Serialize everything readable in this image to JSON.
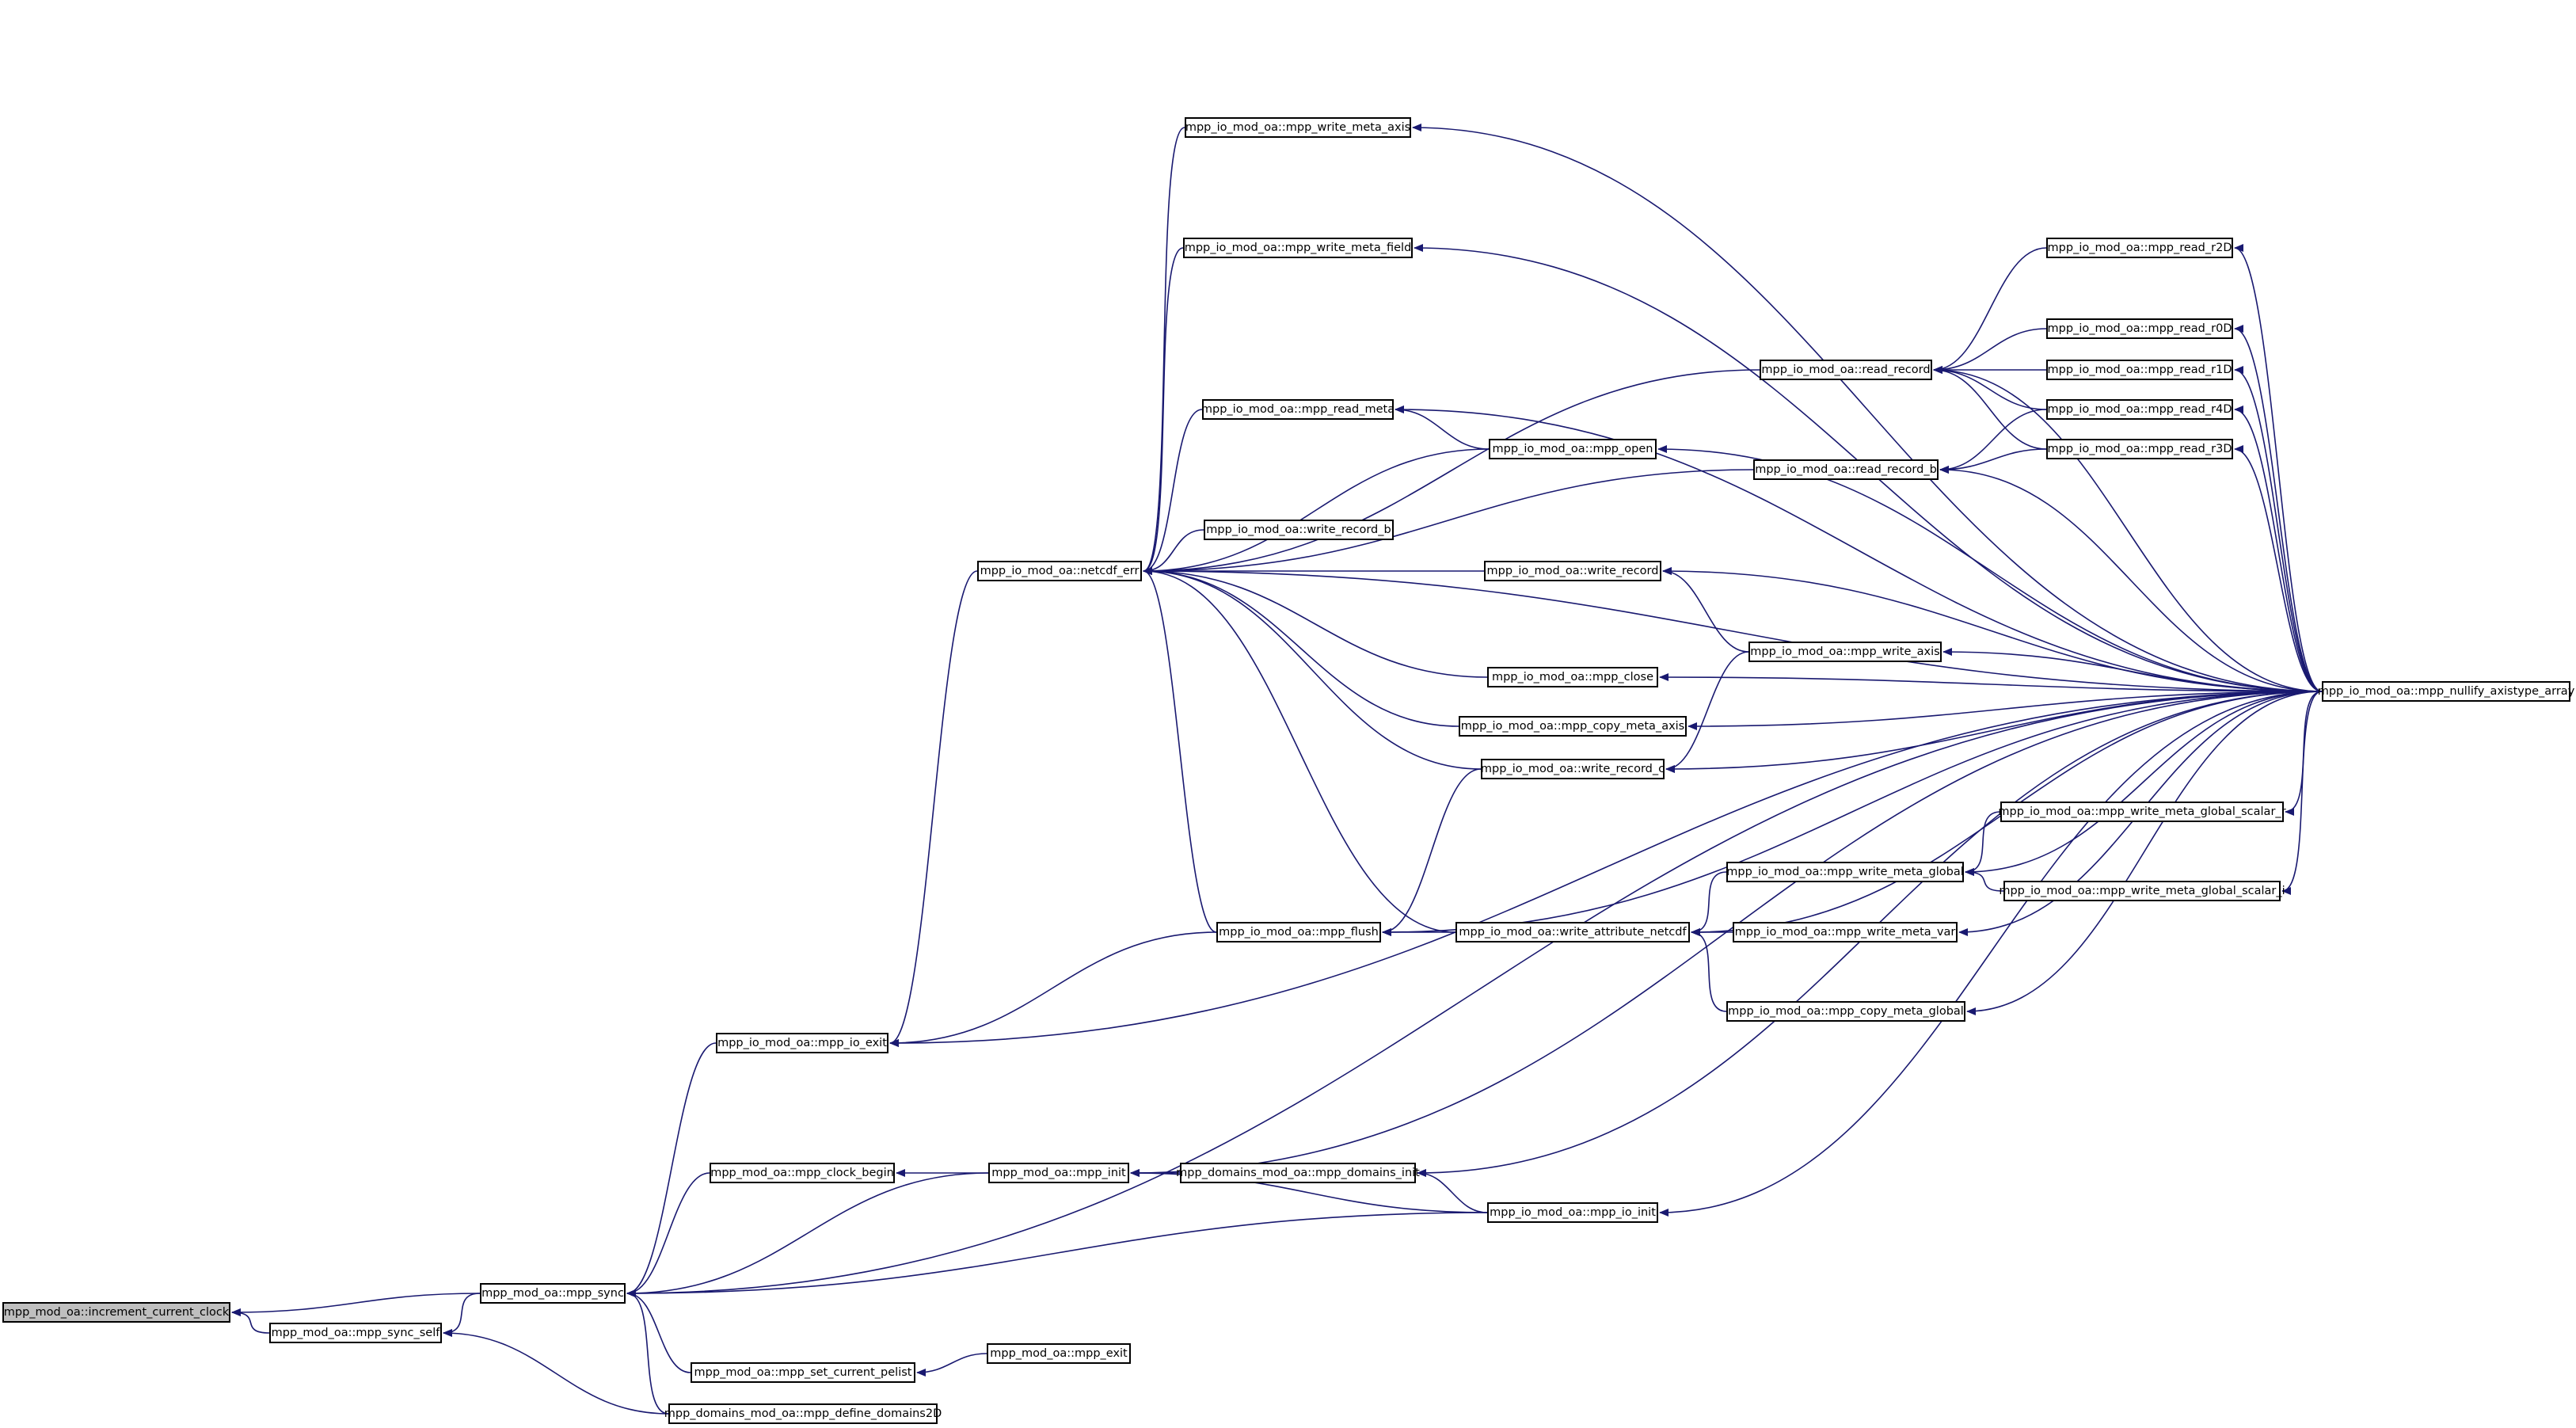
{
  "title": "",
  "colors": {
    "edge": "#191970",
    "root_fill": "#bfbfbf",
    "node_border": "#000000",
    "background": "#ffffff"
  },
  "nodes": {
    "increment_current_clock": "mpp_mod_oa::increment_current_clock",
    "mpp_sync_self": "mpp_mod_oa::mpp_sync_self",
    "mpp_sync": "mpp_mod_oa::mpp_sync",
    "mpp_io_exit": "mpp_io_mod_oa::mpp_io_exit",
    "mpp_clock_begin": "mpp_mod_oa::mpp_clock_begin",
    "mpp_set_current_pelist": "mpp_mod_oa::mpp_set_current_pelist",
    "mpp_define_domains2D": "mpp_domains_mod_oa::mpp_define_domains2D",
    "netcdf_err": "mpp_io_mod_oa::netcdf_err",
    "mpp_init": "mpp_mod_oa::mpp_init",
    "mpp_exit": "mpp_mod_oa::mpp_exit",
    "mpp_write_meta_axis": "mpp_io_mod_oa::mpp_write_meta_axis",
    "mpp_write_meta_field": "mpp_io_mod_oa::mpp_write_meta_field",
    "mpp_read_meta": "mpp_io_mod_oa::mpp_read_meta",
    "write_record_b": "mpp_io_mod_oa::write_record_b",
    "mpp_flush": "mpp_io_mod_oa::mpp_flush",
    "mpp_domains_init": "mpp_domains_mod_oa::mpp_domains_init",
    "mpp_open": "mpp_io_mod_oa::mpp_open",
    "write_record": "mpp_io_mod_oa::write_record",
    "mpp_close": "mpp_io_mod_oa::mpp_close",
    "mpp_copy_meta_axis": "mpp_io_mod_oa::mpp_copy_meta_axis",
    "write_record_c": "mpp_io_mod_oa::write_record_c",
    "write_attribute_netcdf": "mpp_io_mod_oa::write_attribute_netcdf",
    "mpp_io_init": "mpp_io_mod_oa::mpp_io_init",
    "read_record": "mpp_io_mod_oa::read_record",
    "read_record_b": "mpp_io_mod_oa::read_record_b",
    "mpp_write_axis": "mpp_io_mod_oa::mpp_write_axis",
    "mpp_write_meta_global": "mpp_io_mod_oa::mpp_write_meta_global",
    "mpp_write_meta_var": "mpp_io_mod_oa::mpp_write_meta_var",
    "mpp_copy_meta_global": "mpp_io_mod_oa::mpp_copy_meta_global",
    "mpp_read_r2D": "mpp_io_mod_oa::mpp_read_r2D",
    "mpp_read_r0D": "mpp_io_mod_oa::mpp_read_r0D",
    "mpp_read_r1D": "mpp_io_mod_oa::mpp_read_r1D",
    "mpp_read_r4D": "mpp_io_mod_oa::mpp_read_r4D",
    "mpp_read_r3D": "mpp_io_mod_oa::mpp_read_r3D",
    "mpp_write_meta_global_scalar_r": "mpp_io_mod_oa::mpp_write_meta_global_scalar_r",
    "mpp_write_meta_global_scalar_i": "mpp_io_mod_oa::mpp_write_meta_global_scalar_i",
    "mpp_nullify_axistype_array": "mpp_io_mod_oa::mpp_nullify_axistype_array"
  },
  "edges": [
    [
      "increment_current_clock",
      "mpp_sync"
    ],
    [
      "increment_current_clock",
      "mpp_sync_self"
    ],
    [
      "mpp_sync_self",
      "mpp_sync"
    ],
    [
      "mpp_sync_self",
      "mpp_define_domains2D"
    ],
    [
      "mpp_sync",
      "mpp_io_exit"
    ],
    [
      "mpp_sync",
      "mpp_clock_begin"
    ],
    [
      "mpp_sync",
      "mpp_init"
    ],
    [
      "mpp_sync",
      "mpp_io_init"
    ],
    [
      "mpp_sync",
      "mpp_nullify_axistype_array"
    ],
    [
      "mpp_sync",
      "mpp_set_current_pelist"
    ],
    [
      "mpp_sync",
      "mpp_define_domains2D"
    ],
    [
      "mpp_io_exit",
      "netcdf_err"
    ],
    [
      "mpp_io_exit",
      "mpp_flush"
    ],
    [
      "mpp_io_exit",
      "mpp_nullify_axistype_array"
    ],
    [
      "mpp_clock_begin",
      "mpp_init"
    ],
    [
      "mpp_set_current_pelist",
      "mpp_exit"
    ],
    [
      "netcdf_err",
      "mpp_write_meta_axis"
    ],
    [
      "netcdf_err",
      "mpp_write_meta_field"
    ],
    [
      "netcdf_err",
      "mpp_read_meta"
    ],
    [
      "netcdf_err",
      "read_record"
    ],
    [
      "netcdf_err",
      "mpp_open"
    ],
    [
      "netcdf_err",
      "read_record_b"
    ],
    [
      "netcdf_err",
      "write_record_b"
    ],
    [
      "netcdf_err",
      "write_record"
    ],
    [
      "netcdf_err",
      "mpp_nullify_axistype_array"
    ],
    [
      "netcdf_err",
      "mpp_close"
    ],
    [
      "netcdf_err",
      "mpp_copy_meta_axis"
    ],
    [
      "netcdf_err",
      "write_record_c"
    ],
    [
      "netcdf_err",
      "mpp_flush"
    ],
    [
      "netcdf_err",
      "write_attribute_netcdf"
    ],
    [
      "mpp_init",
      "mpp_domains_init"
    ],
    [
      "mpp_init",
      "mpp_io_init"
    ],
    [
      "mpp_init",
      "mpp_nullify_axistype_array"
    ],
    [
      "mpp_domains_init",
      "mpp_io_init"
    ],
    [
      "mpp_domains_init",
      "mpp_nullify_axistype_array"
    ],
    [
      "mpp_io_init",
      "mpp_nullify_axistype_array"
    ],
    [
      "mpp_write_meta_axis",
      "mpp_nullify_axistype_array"
    ],
    [
      "mpp_write_meta_field",
      "mpp_nullify_axistype_array"
    ],
    [
      "mpp_read_meta",
      "mpp_open"
    ],
    [
      "mpp_read_meta",
      "mpp_nullify_axistype_array"
    ],
    [
      "mpp_open",
      "mpp_nullify_axistype_array"
    ],
    [
      "mpp_flush",
      "write_record_c"
    ],
    [
      "mpp_flush",
      "write_attribute_netcdf"
    ],
    [
      "mpp_flush",
      "mpp_nullify_axistype_array"
    ],
    [
      "write_record",
      "mpp_write_axis"
    ],
    [
      "write_record",
      "mpp_nullify_axistype_array"
    ],
    [
      "mpp_close",
      "mpp_nullify_axistype_array"
    ],
    [
      "mpp_copy_meta_axis",
      "mpp_nullify_axistype_array"
    ],
    [
      "write_record_c",
      "mpp_write_axis"
    ],
    [
      "write_record_c",
      "mpp_nullify_axistype_array"
    ],
    [
      "write_attribute_netcdf",
      "mpp_write_meta_global"
    ],
    [
      "write_attribute_netcdf",
      "mpp_write_meta_var"
    ],
    [
      "write_attribute_netcdf",
      "mpp_copy_meta_global"
    ],
    [
      "write_attribute_netcdf",
      "mpp_nullify_axistype_array"
    ],
    [
      "read_record",
      "mpp_read_r2D"
    ],
    [
      "read_record",
      "mpp_read_r0D"
    ],
    [
      "read_record",
      "mpp_read_r1D"
    ],
    [
      "read_record",
      "mpp_read_r4D"
    ],
    [
      "read_record",
      "mpp_read_r3D"
    ],
    [
      "read_record",
      "mpp_nullify_axistype_array"
    ],
    [
      "read_record_b",
      "mpp_read_r4D"
    ],
    [
      "read_record_b",
      "mpp_read_r3D"
    ],
    [
      "read_record_b",
      "mpp_nullify_axistype_array"
    ],
    [
      "mpp_write_axis",
      "mpp_nullify_axistype_array"
    ],
    [
      "mpp_write_meta_global",
      "mpp_write_meta_global_scalar_r"
    ],
    [
      "mpp_write_meta_global",
      "mpp_write_meta_global_scalar_i"
    ],
    [
      "mpp_write_meta_global",
      "mpp_nullify_axistype_array"
    ],
    [
      "mpp_write_meta_var",
      "mpp_nullify_axistype_array"
    ],
    [
      "mpp_copy_meta_global",
      "mpp_nullify_axistype_array"
    ],
    [
      "mpp_read_r2D",
      "mpp_nullify_axistype_array"
    ],
    [
      "mpp_read_r0D",
      "mpp_nullify_axistype_array"
    ],
    [
      "mpp_read_r1D",
      "mpp_nullify_axistype_array"
    ],
    [
      "mpp_read_r4D",
      "mpp_nullify_axistype_array"
    ],
    [
      "mpp_read_r3D",
      "mpp_nullify_axistype_array"
    ],
    [
      "mpp_write_meta_global_scalar_r",
      "mpp_nullify_axistype_array"
    ],
    [
      "mpp_write_meta_global_scalar_i",
      "mpp_nullify_axistype_array"
    ]
  ]
}
